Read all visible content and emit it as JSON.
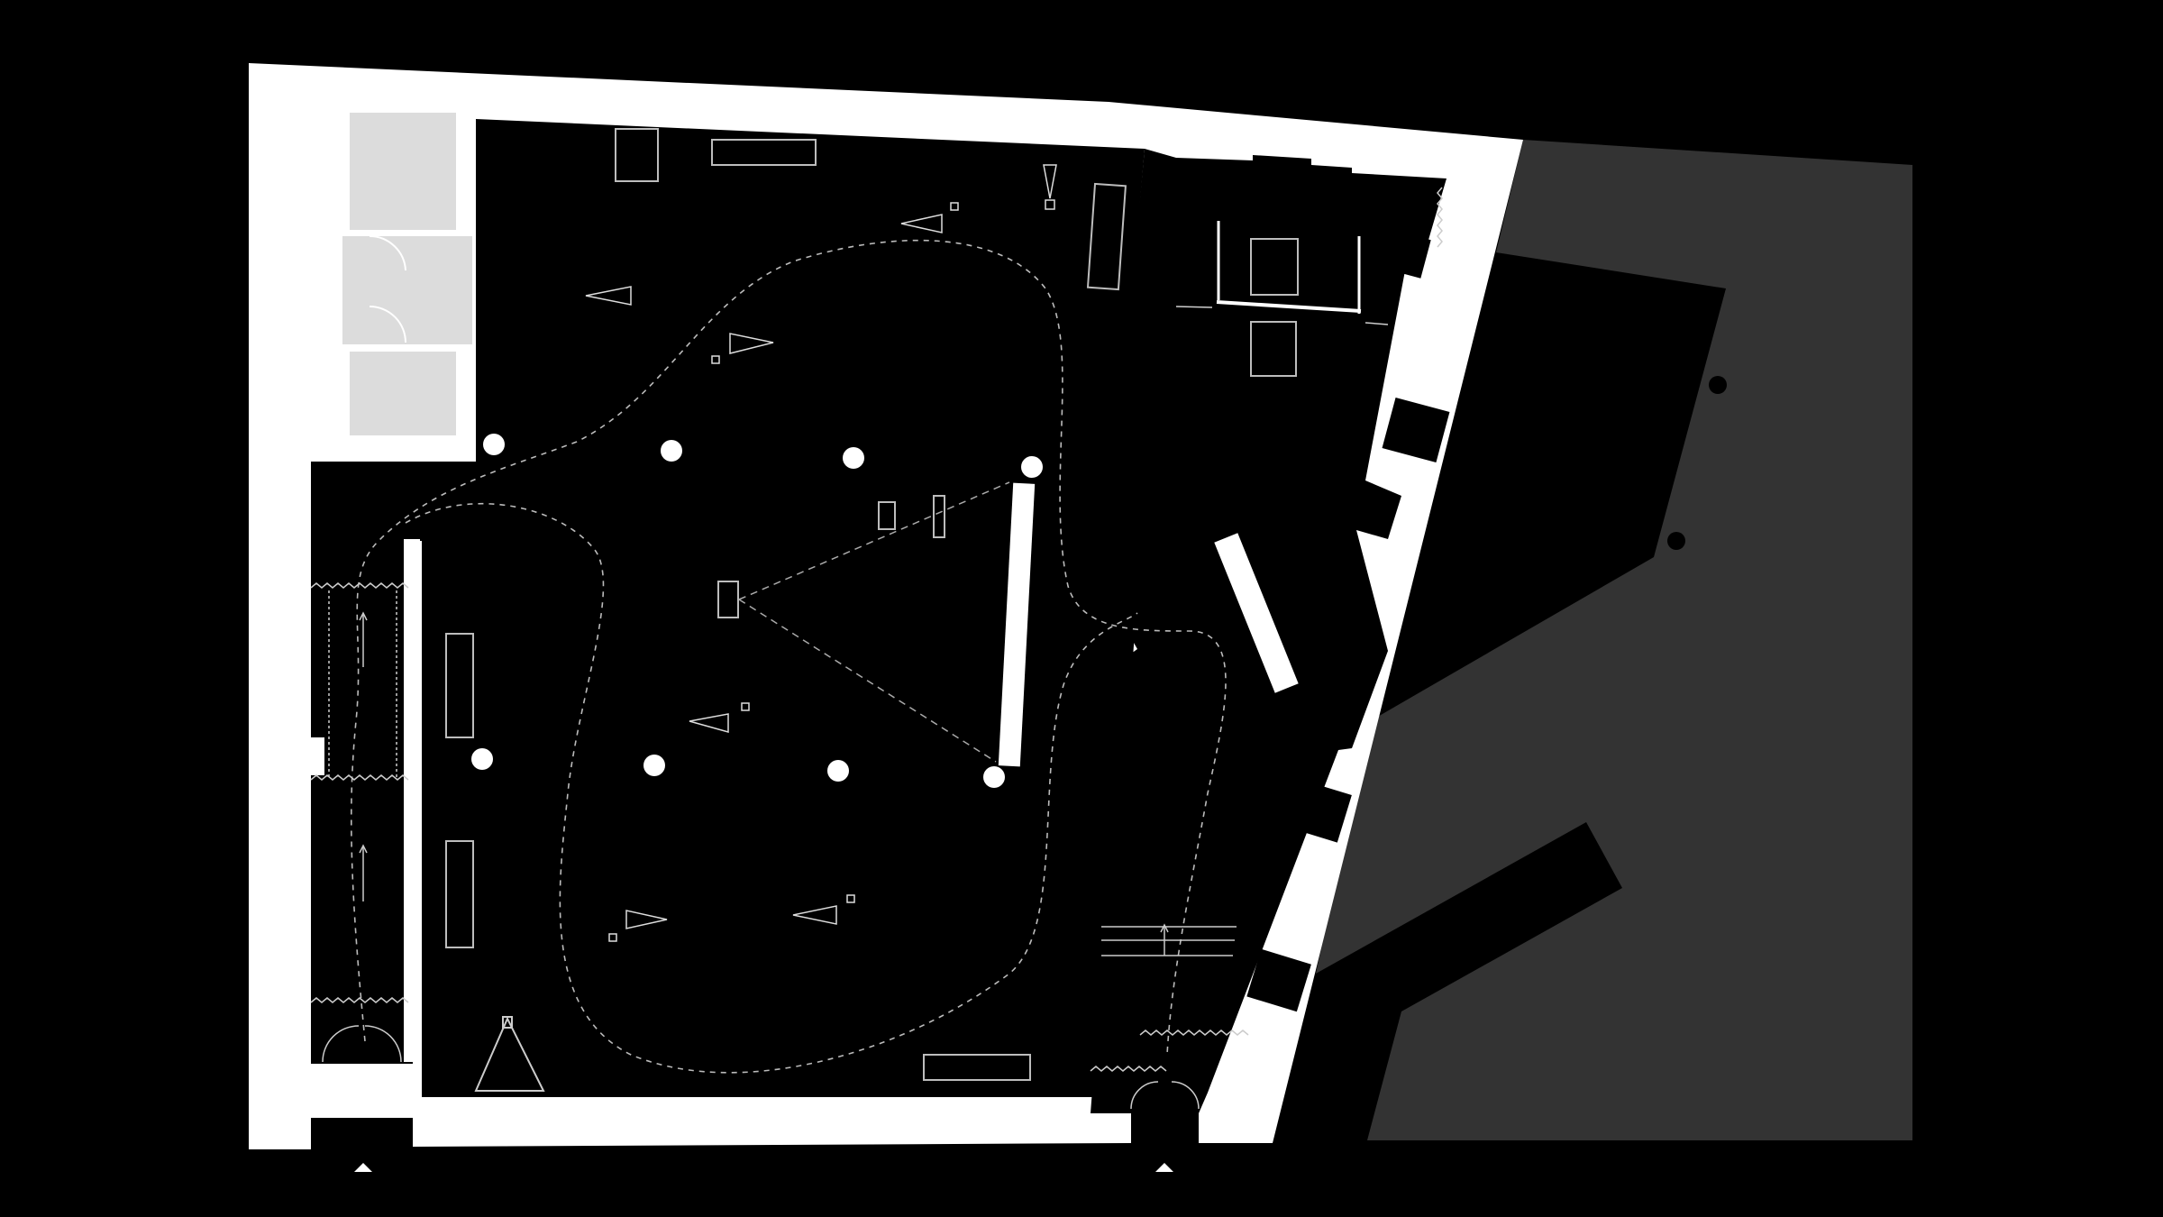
{
  "colors": {
    "background": "#000000",
    "wall": "#ffffff",
    "service_rooms": "#dcdcdc",
    "exterior_block": "#333333",
    "thin_line": "#cfcfcf"
  },
  "plan": {
    "projection_screen_count": 1,
    "projector_count": 9,
    "column_marker_count": 8,
    "entrance_count": 2,
    "icons": [
      "column-marker",
      "projector-icon",
      "entrance-arrow-icon",
      "door-swing-icon",
      "stair-icon",
      "curtain-icon"
    ]
  }
}
